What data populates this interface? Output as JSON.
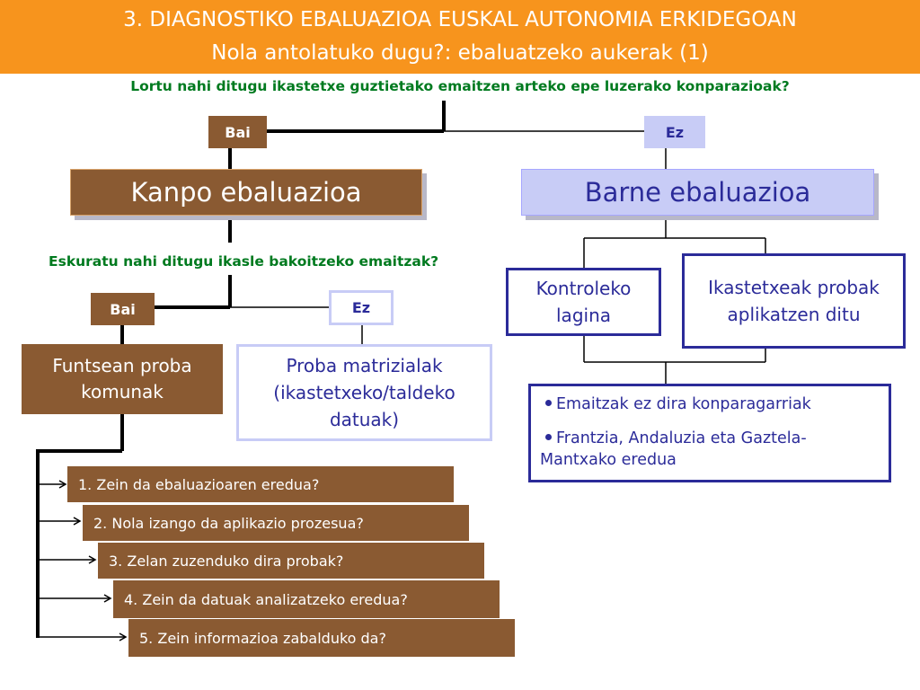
{
  "header": {
    "title": "3. DIAGNOSTIKO EBALUAZIOA EUSKAL AUTONOMIA ERKIDEGOAN",
    "subtitle": "Nola antolatuko dugu?: ebaluatzeko aukerak (1)"
  },
  "question1": "Lortu nahi ditugu ikastetxe guztietako emaitzen arteko epe luzerako konparazioak?",
  "question2": "Eskuratu nahi ditugu ikasle bakoitzeko emaitzak?",
  "answers": {
    "yes": "Bai",
    "no": "Ez"
  },
  "kanpo": "Kanpo ebaluazioa",
  "barne": "Barne ebaluazioa",
  "funtsean": "Funtsean proba komunak",
  "proba": "Proba matrizialak (ikastetxeko/taldeko datuak)",
  "kontroleko": "Kontroleko lagina",
  "ikastetxeak": "Ikastetxeak probak aplikatzen ditu",
  "bullets": [
    "Emaitzak ez dira konparagarriak",
    "Frantzia, Andaluzia eta Gaztela-Mantxako eredua"
  ],
  "steps": [
    "1. Zein da ebaluazioaren eredua?",
    "2. Nola izango da aplikazio prozesua?",
    "3. Zelan zuzenduko dira probak?",
    "4. Zein da datuak analizatzeko eredua?",
    "5. Zein informazioa zabalduko da?"
  ]
}
